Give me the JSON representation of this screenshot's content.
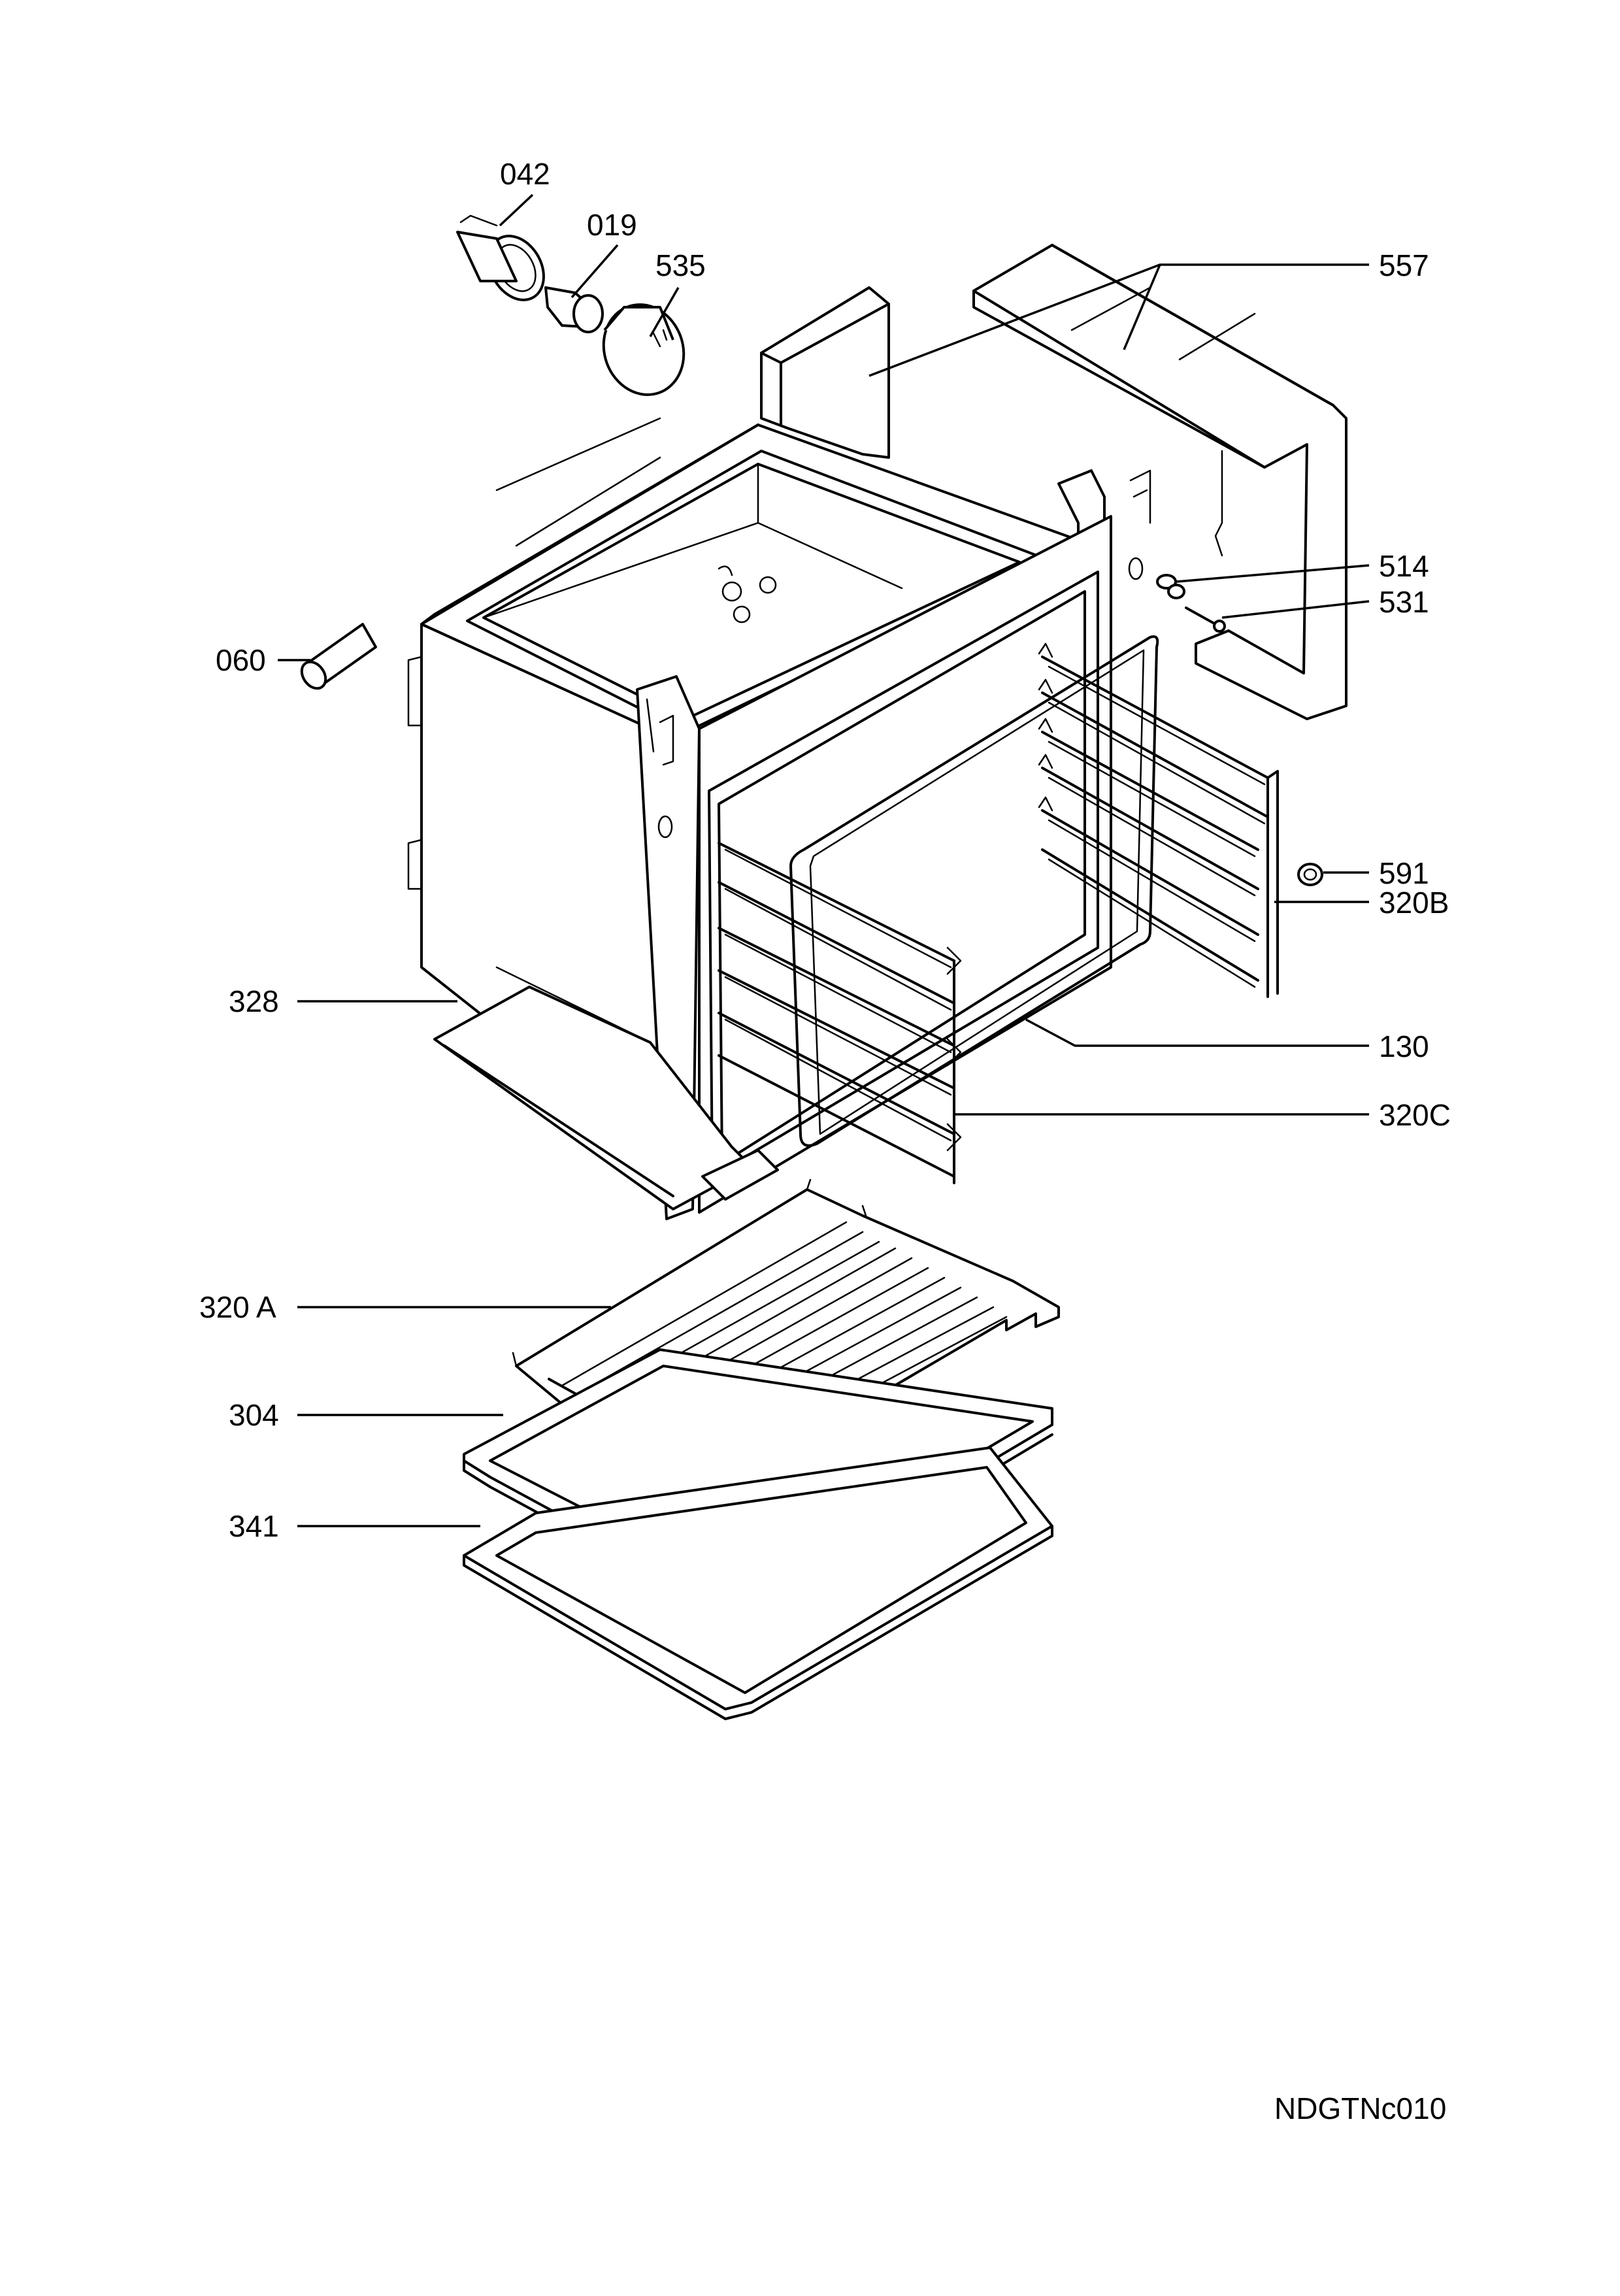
{
  "callouts": [
    {
      "id": "042",
      "label": "042"
    },
    {
      "id": "019",
      "label": "019"
    },
    {
      "id": "535",
      "label": "535"
    },
    {
      "id": "557",
      "label": "557"
    },
    {
      "id": "514",
      "label": "514"
    },
    {
      "id": "531",
      "label": "531"
    },
    {
      "id": "060",
      "label": "060"
    },
    {
      "id": "591",
      "label": "591"
    },
    {
      "id": "320B",
      "label": "320B"
    },
    {
      "id": "328",
      "label": "328"
    },
    {
      "id": "130",
      "label": "130"
    },
    {
      "id": "320C",
      "label": "320C"
    },
    {
      "id": "320A",
      "label": "320 A"
    },
    {
      "id": "304",
      "label": "304"
    },
    {
      "id": "341",
      "label": "341"
    }
  ],
  "drawing_code": "NDGTNc010"
}
